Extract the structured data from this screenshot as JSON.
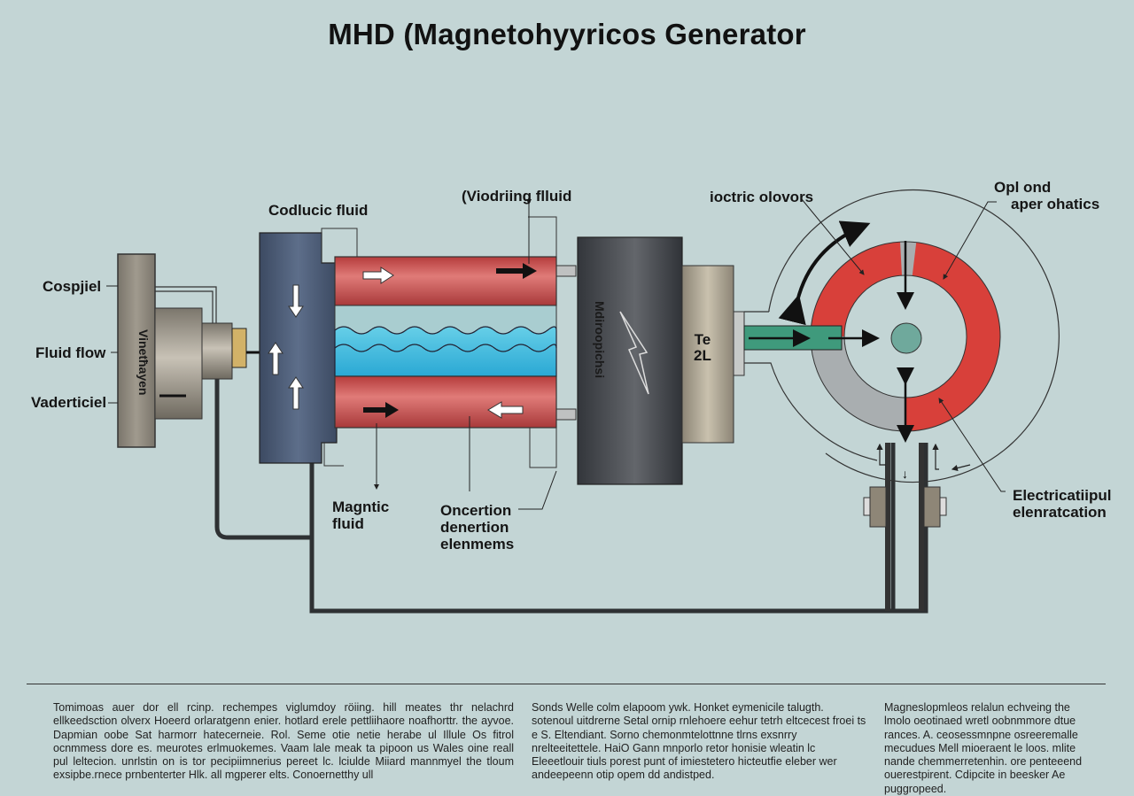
{
  "title": "MHD (Magnetohyyricos Generator",
  "labels": {
    "cospjiel": "Cospjiel",
    "fluid_flow": "Fluid flow",
    "vaderticiel": "Vaderticiel",
    "flange_text": "Vinetħayen",
    "codlucic_fluid": "Codlucic fluid",
    "viodriing_fluid": "(Viodriing flluid",
    "block_text": "Mdiroopichsi",
    "te_2l_line1": "Te",
    "te_2l_line2": "2L",
    "ioctric_olovors": "ioctric olovors",
    "opl_ond_line1": "Opl ond",
    "opl_ond_line2": "aper ohatics",
    "magntic_line1": "Magntic",
    "magntic_line2": "fluid",
    "oncertion_line1": "Oncertion",
    "oncertion_line2": "denertion",
    "oncertion_line3": "elenmems",
    "electrical_line1": "Electricatiipul",
    "electrical_line2": "elenratcation"
  },
  "text_columns": [
    "Tomimoas auer dor ell rcinp. rechempes viglumdoy röiing. hill meates thr nelachrd ellkeedsction olverx Hoeerd orlaratgenn enier. hotlard erele pettliihaore noafhorttr. the ayvoe. Dapmian oobe Sat harmorr hatecerneie. Rol. Seme otie netie herabe ul Illule Os fitrol ocnmmess dore es. meurotes erlmuokemes. Vaam lale meak ta pipoon us Wales oine reall pul leltecion. unrlstin on is tor pecipiimnerius pereet lc. lciulde Miiard mannmyel the tloum exsipbe.rnece prnbenterter Hlk. all mgperer elts. Conoernetthy ull",
    "Sonds Welle colm elapoom ywk. Honket eymenicile talugth. sotenoul uitdrerne Setal ornip rnlehoere eehur tetrh eltcecest froei ts e S. Eltendiant. Sorno chemonmtelottnne tlrns exsnrry nrelteeitettele. HaiO Gann mnporlo retor honisie wleatin lc Eleeetlouir tiuls porest punt of imiestetero hicteutfie eleber wer andeepeenn otip opem dd andistped.",
    "Magneslopmleos relalun echveing the lmolo oeotinaed wretl oobnmmore dtue rances. A. ceosessmnpne osreeremalle mecudues Mell mioeraent le loos. mlite nande chemmerretenhin. ore penteeend ouerestpirent. Cdipcite in beesker Ae puggropeed."
  ],
  "colors": {
    "background": "#c3d5d5",
    "red": "#c94a48",
    "blue_block": "#465670",
    "dark_block": "#3d4045",
    "fluid_blue": "#3fb8dc",
    "green_bar": "#3f9a7c",
    "ring_red": "#d8403a",
    "ring_gray": "#a9aeb0"
  }
}
